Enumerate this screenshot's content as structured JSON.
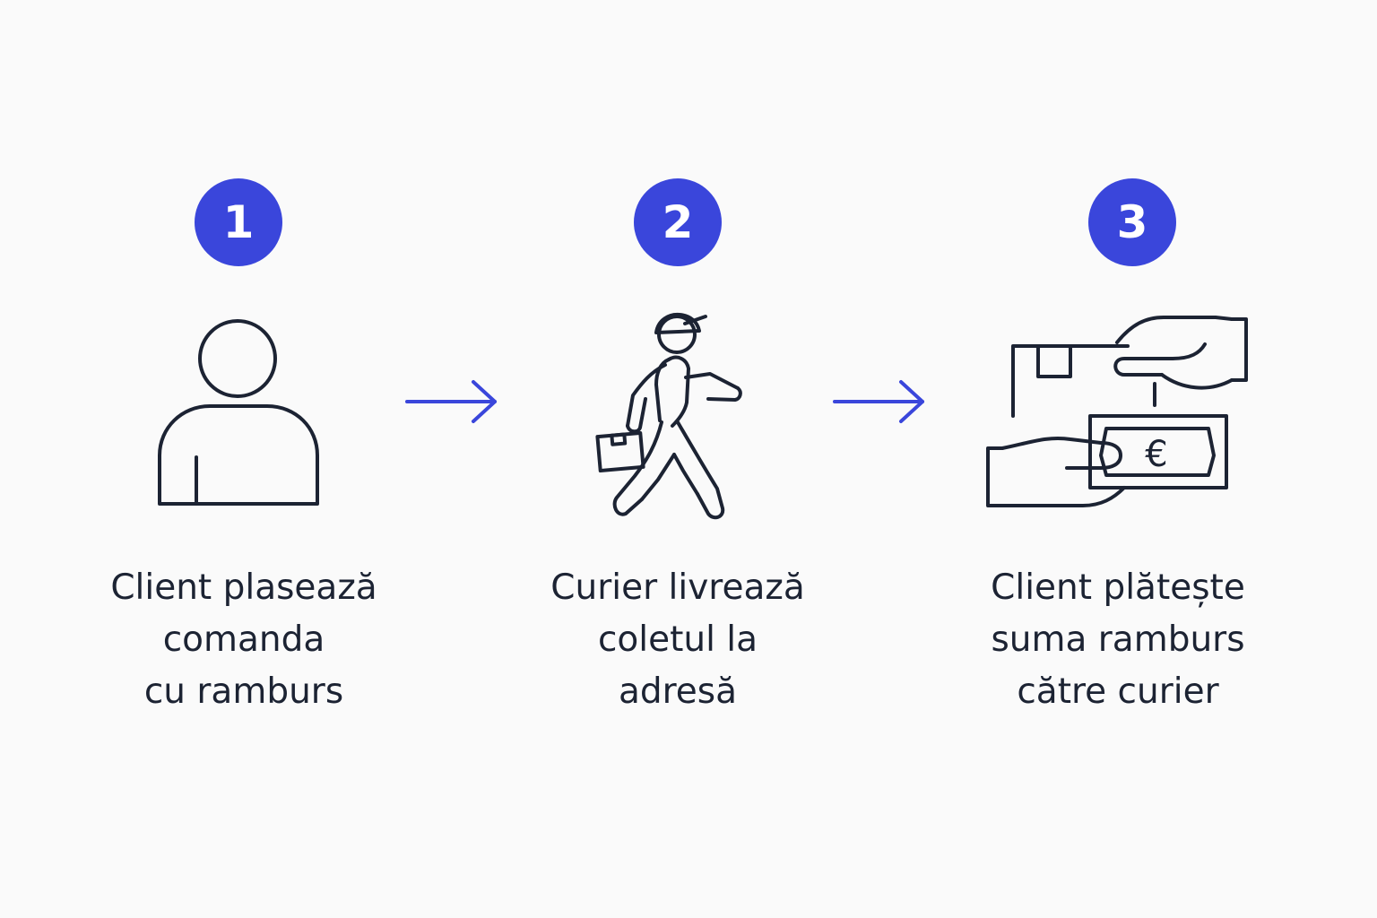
{
  "steps": [
    {
      "number": "1",
      "icon": "person-icon",
      "caption_lines": [
        "Client plasează",
        "comanda",
        "cu ramburs"
      ]
    },
    {
      "number": "2",
      "icon": "walking-courier-icon",
      "caption_lines": [
        "Curier livrează",
        "coletul la",
        "adresă"
      ]
    },
    {
      "number": "3",
      "icon": "cash-payment-exchange-icon",
      "caption_lines": [
        "Client plătește",
        "suma ramburs",
        "către curier"
      ]
    }
  ],
  "colors": {
    "accent": "#3a46db",
    "text": "#1c2333",
    "icon_stroke": "#1c2333",
    "background": "#fafafa"
  },
  "currency_symbol": "€"
}
